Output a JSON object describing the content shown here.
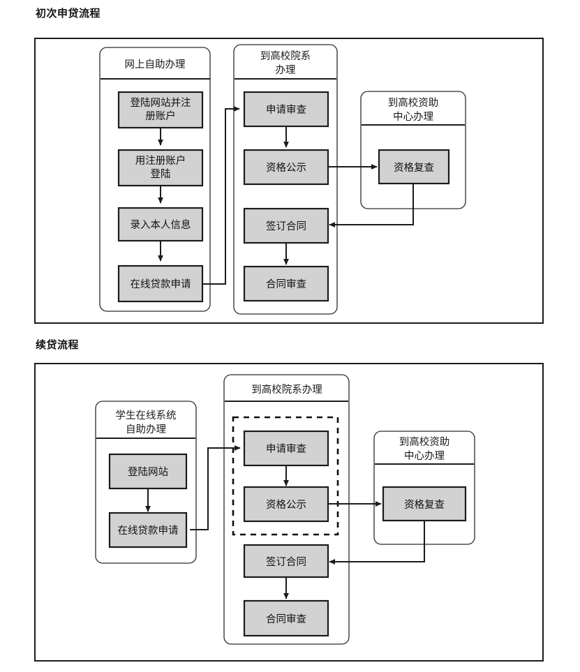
{
  "document": {
    "sections": [
      {
        "id": "first-loan-application",
        "title": "初次申贷流程",
        "lanes": [
          {
            "id": "lane-online-self-service",
            "title_lines": [
              "网上自助办理"
            ],
            "nodes": [
              {
                "id": "node-register",
                "label_lines": [
                  "登陆网站并注",
                  "册账户"
                ]
              },
              {
                "id": "node-login",
                "label_lines": [
                  "用注册账户",
                  "登陆"
                ]
              },
              {
                "id": "node-enter-info",
                "label_lines": [
                  "录入本人信息"
                ]
              },
              {
                "id": "node-online-loan-application",
                "label_lines": [
                  "在线贷款申请"
                ]
              }
            ]
          },
          {
            "id": "lane-university-department",
            "title_lines": [
              "到高校院系",
              "办理"
            ],
            "nodes": [
              {
                "id": "node-application-review",
                "label_lines": [
                  "申请审查"
                ]
              },
              {
                "id": "node-qualification-publicity",
                "label_lines": [
                  "资格公示"
                ]
              },
              {
                "id": "node-sign-contract",
                "label_lines": [
                  "签订合同"
                ]
              },
              {
                "id": "node-contract-review",
                "label_lines": [
                  "合同审查"
                ]
              }
            ]
          },
          {
            "id": "lane-university-aid-center",
            "title_lines": [
              "到高校资助",
              "中心办理"
            ],
            "nodes": [
              {
                "id": "node-qualification-recheck",
                "label_lines": [
                  "资格复查"
                ]
              }
            ]
          }
        ]
      },
      {
        "id": "renewal-loan",
        "title": "续贷流程",
        "lanes": [
          {
            "id": "lane-student-online-system",
            "title_lines": [
              "学生在线系统",
              "自助办理"
            ],
            "nodes": [
              {
                "id": "node-login-website",
                "label_lines": [
                  "登陆网站"
                ]
              },
              {
                "id": "node-online-loan-application-2",
                "label_lines": [
                  "在线贷款申请"
                ]
              }
            ]
          },
          {
            "id": "lane-university-department-2",
            "title_lines": [
              "到高校院系办理"
            ],
            "nodes": [
              {
                "id": "node-application-review-2",
                "label_lines": [
                  "申请审查"
                ]
              },
              {
                "id": "node-qualification-publicity-2",
                "label_lines": [
                  "资格公示"
                ]
              },
              {
                "id": "node-sign-contract-2",
                "label_lines": [
                  "签订合同"
                ]
              },
              {
                "id": "node-contract-review-2",
                "label_lines": [
                  "合同审查"
                ]
              }
            ]
          },
          {
            "id": "lane-university-aid-center-2",
            "title_lines": [
              "到高校资助",
              "中心办理"
            ],
            "nodes": [
              {
                "id": "node-qualification-recheck-2",
                "label_lines": [
                  "资格复查"
                ]
              }
            ]
          }
        ]
      }
    ]
  },
  "colors": {
    "node_fill": "#d2d2d2",
    "node_stroke": "#1b1b1b",
    "panel_border": "#1b1b1b",
    "connector": "#1b1b1b",
    "background": "#ffffff"
  }
}
